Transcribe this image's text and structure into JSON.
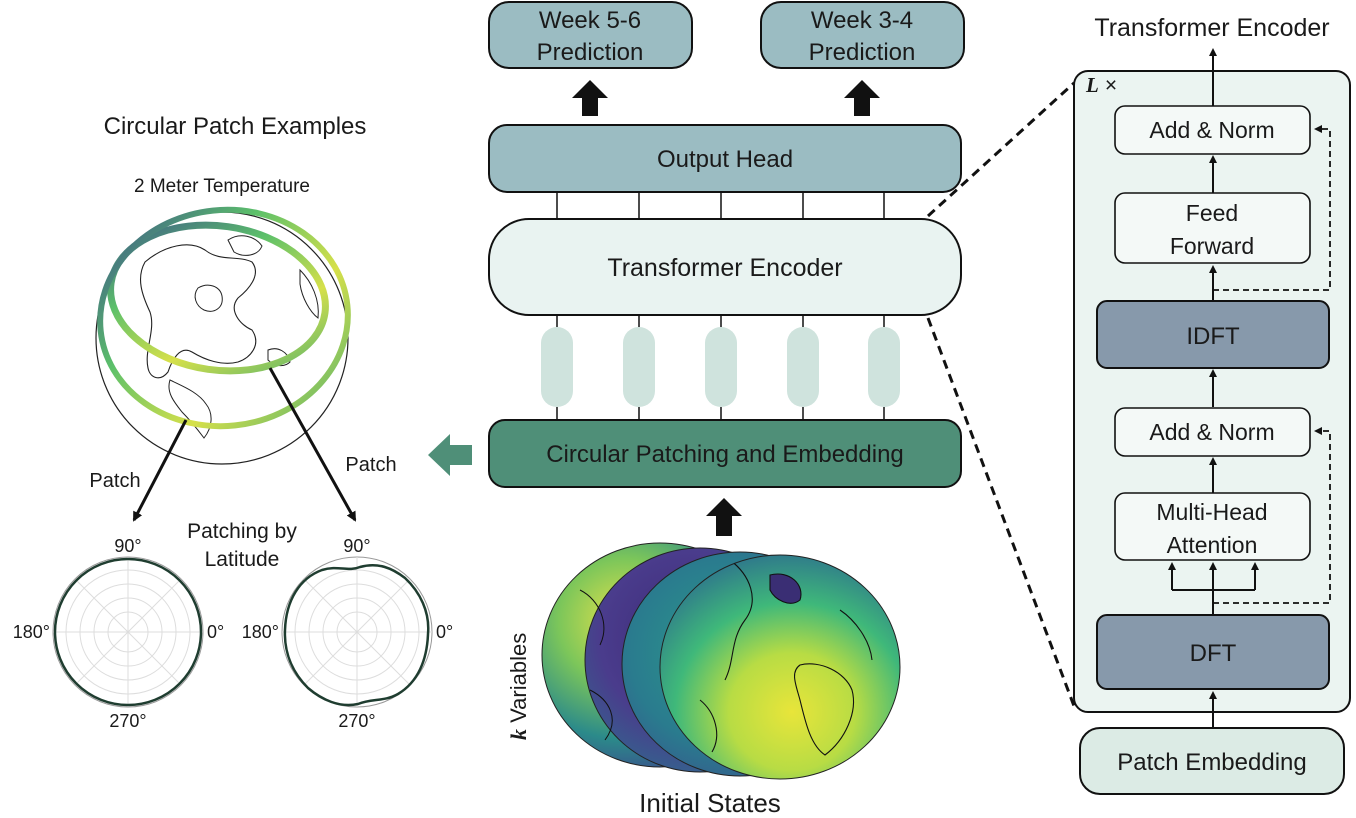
{
  "left": {
    "title": "Circular Patch Examples",
    "subtitle": "2 Meter Temperature",
    "patch_label": "Patch",
    "center_label_line1": "Patching by",
    "center_label_line2": "Latitude",
    "polar_ticks": {
      "top": "90°",
      "left": "180°",
      "right": "0°",
      "bottom": "270°"
    }
  },
  "center": {
    "week56_line1": "Week 5-6",
    "week56_line2": "Prediction",
    "week34_line1": "Week 3-4",
    "week34_line2": "Prediction",
    "output_head": "Output Head",
    "transformer_encoder": "Transformer Encoder",
    "circular_patching": "Circular Patching and Embedding",
    "k_symbol": "k",
    "variables_label": " Variables",
    "initial_states": "Initial States"
  },
  "right": {
    "title": "Transformer Encoder",
    "repeat_symbol": "L",
    "repeat_times": "×",
    "add_norm": "Add & Norm",
    "feed_forward_line1": "Feed",
    "feed_forward_line2": "Forward",
    "idft": "IDFT",
    "multi_head_line1": "Multi-Head",
    "multi_head_line2": "Attention",
    "dft": "DFT",
    "patch_embedding": "Patch Embedding"
  },
  "colors": {
    "teal_box": "#9bbcc2",
    "light_box": "#e9f3f1",
    "green_box": "#4f8f78",
    "slate_box": "#8799ab",
    "token_pill": "#cfe3dd",
    "panel_bg": "#ebf4f1"
  }
}
